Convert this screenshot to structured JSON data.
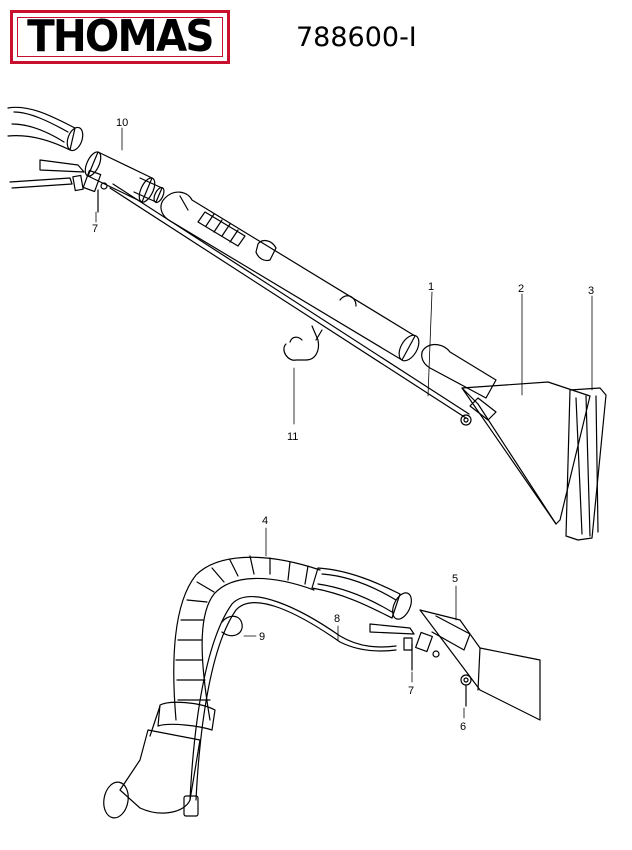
{
  "header": {
    "brand": "THOMAS",
    "model": "788600-I",
    "brand_color": "#c8102e"
  },
  "callouts": {
    "c1": "1",
    "c2": "2",
    "c3": "3",
    "c4": "4",
    "c5": "5",
    "c6": "6",
    "c7a": "7",
    "c7b": "7",
    "c8": "8",
    "c9": "9",
    "c10": "10",
    "c11": "11"
  }
}
